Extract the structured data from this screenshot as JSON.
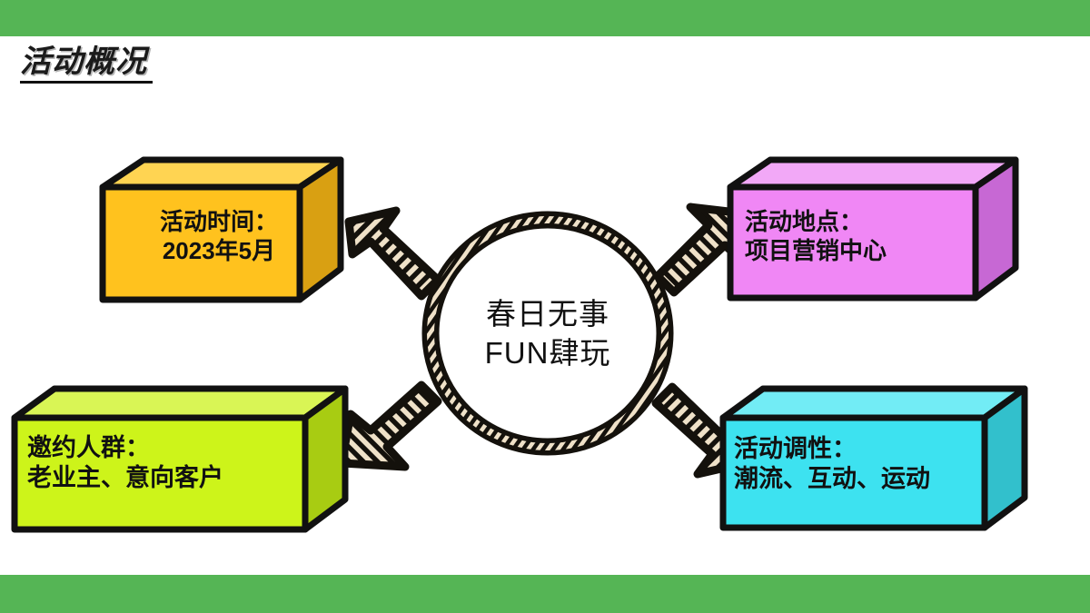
{
  "slide": {
    "title": "活动概况",
    "background_color": "#ffffff",
    "accent_bar_color": "#55b555"
  },
  "center": {
    "name": "campaign-name-circle",
    "line1": "春日无事",
    "line2": "FUN肆玩",
    "ring_color": "#0f0d09",
    "hatch_color": "#efe1c8"
  },
  "boxes": [
    {
      "id": "box-time",
      "name": "activity-time",
      "line1": "活动时间：",
      "line2": "2023年5月",
      "front_color": "#ffc21e",
      "top_color": "#ffd452",
      "side_color": "#d9a012"
    },
    {
      "id": "box-place",
      "name": "activity-location",
      "line1": "活动地点：",
      "line2": "项目营销中心",
      "front_color": "#f087f5",
      "top_color": "#f2a8f7",
      "side_color": "#c768d4"
    },
    {
      "id": "box-audience",
      "name": "invited-audience",
      "line1": "邀约人群：",
      "line2": "老业主、意向客户",
      "front_color": "#cdf41a",
      "top_color": "#d9f555",
      "side_color": "#a8cc12"
    },
    {
      "id": "box-tone",
      "name": "activity-tone",
      "line1": "活动调性：",
      "line2": "潮流、互动、运动",
      "front_color": "#3de2f0",
      "top_color": "#72ecf5",
      "side_color": "#32c0cc"
    }
  ],
  "arrows": [
    {
      "name": "arrow-up-left",
      "direction": "up-left"
    },
    {
      "name": "arrow-up-right",
      "direction": "up-right"
    },
    {
      "name": "arrow-down-left",
      "direction": "down-left"
    },
    {
      "name": "arrow-down-right",
      "direction": "down-right"
    }
  ]
}
